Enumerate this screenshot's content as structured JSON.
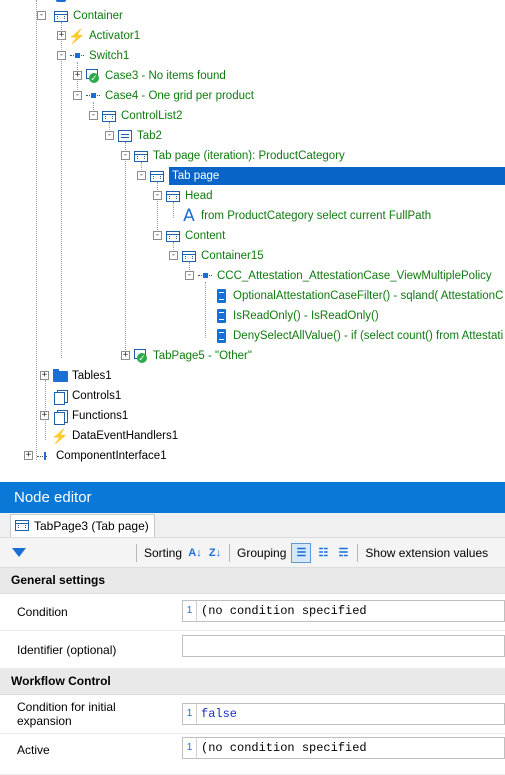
{
  "tree": {
    "nodes": [
      {
        "label": "Container",
        "icon": "frame-icon",
        "sign": "-",
        "top": true
      },
      {
        "label": "Activator1",
        "icon": "lightning-icon",
        "sign": "+"
      },
      {
        "label": "Switch1",
        "icon": "switch-icon",
        "sign": "-"
      },
      {
        "label": "Case3 - No items found",
        "icon": "case-check-icon",
        "sign": "+"
      },
      {
        "label": "Case4 - One grid per product",
        "icon": "switch-icon",
        "sign": "-"
      },
      {
        "label": "ControlList2",
        "icon": "frame-icon",
        "sign": "-"
      },
      {
        "label": "Tab2",
        "icon": "list-icon",
        "sign": "-"
      },
      {
        "label": "Tab page (iteration): ProductCategory",
        "icon": "frame-icon",
        "sign": "-"
      },
      {
        "label": "Tab page",
        "icon": "frame-icon",
        "sign": "-",
        "selected": true
      },
      {
        "label": "Head",
        "icon": "frame-icon",
        "sign": "-"
      },
      {
        "label": "from ProductCategory select current FullPath",
        "icon": "text-a-icon",
        "sign": ""
      },
      {
        "label": "Content",
        "icon": "frame-icon",
        "sign": "-"
      },
      {
        "label": "Container15",
        "icon": "frame-icon",
        "sign": "-"
      },
      {
        "label": "CCC_Attestation_AttestationCase_ViewMultiplePolicy",
        "icon": "component-icon",
        "sign": "-"
      },
      {
        "label": "OptionalAttestationCaseFilter() - sqland( AttestationC",
        "icon": "script-icon",
        "sign": ""
      },
      {
        "label": "IsReadOnly() - IsReadOnly()",
        "icon": "script-icon",
        "sign": ""
      },
      {
        "label": "DenySelectAllValue() - if (select count() from Attestati",
        "icon": "script-icon",
        "sign": ""
      },
      {
        "label": "TabPage5 - \"Other\"",
        "icon": "case-check-icon",
        "sign": "+"
      },
      {
        "label": "Tables1",
        "icon": "folder-icon",
        "sign": "+"
      },
      {
        "label": "Controls1",
        "icon": "pages-icon",
        "sign": ""
      },
      {
        "label": "Functions1",
        "icon": "pages-icon",
        "sign": "+"
      },
      {
        "label": "DataEventHandlers1",
        "icon": "lightning-icon",
        "sign": ""
      },
      {
        "label": "ComponentInterface1",
        "icon": "plug-icon",
        "sign": "+"
      }
    ]
  },
  "node_editor": {
    "title": "Node editor",
    "tab_label": "TabPage3 (Tab page)",
    "toolbar": {
      "sorting_label": "Sorting",
      "grouping_label": "Grouping",
      "extension_label": "Show extension values"
    },
    "sections": {
      "general": "General settings",
      "workflow": "Workflow Control"
    },
    "properties": {
      "condition_label": "Condition",
      "condition_line": "1",
      "condition_value": "(no condition specified",
      "identifier_label": "Identifier (optional)",
      "identifier_value": "",
      "initial_label": "Condition for initial expansion",
      "initial_line": "1",
      "initial_value": "false",
      "active_label": "Active",
      "active_line": "1",
      "active_value": "(no condition specified"
    }
  },
  "colors": {
    "accent": "#0a78d7",
    "selection": "#0a64c8",
    "node_text": "#0f7a0f",
    "icon_blue": "#1a6fd4"
  }
}
